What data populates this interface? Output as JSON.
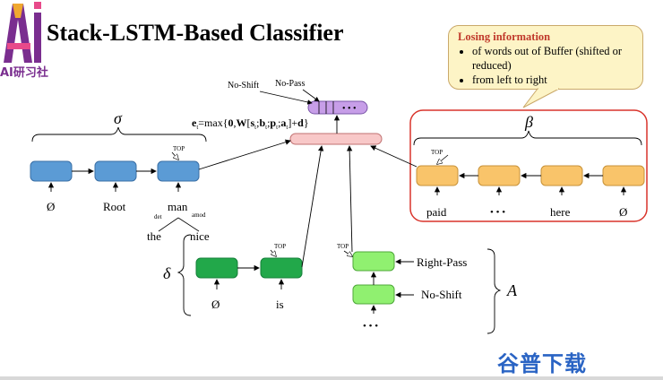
{
  "title": "Stack-LSTM-Based Classifier",
  "logo_text": "AI研习社",
  "watermark": "谷普下载",
  "callout": {
    "heading": "Losing information",
    "bullets": [
      "of words out of Buffer (shifted or reduced)",
      "from left to right"
    ]
  },
  "output": {
    "label_1": "No-Shift",
    "label_2": "No-Pass",
    "dots": "• • •"
  },
  "equation": "e = max{0,W[s ;b ;p ;a ]+d}",
  "stack_sigma": {
    "symbol": "σ",
    "top": "TOP",
    "words": [
      "Ø",
      "Root",
      "man"
    ]
  },
  "tree": {
    "head": "man",
    "left_rel": "det",
    "right_rel": "amod",
    "left_word": "the",
    "right_word": "nice"
  },
  "stack_delta": {
    "symbol": "δ",
    "top": "TOP",
    "words": [
      "Ø",
      "is"
    ]
  },
  "actions_A": {
    "symbol": "A",
    "top": "TOP",
    "labels": [
      "Right-Pass",
      "No-Shift"
    ],
    "dots": "• • •"
  },
  "buffer_beta": {
    "symbol": "β",
    "top": "TOP",
    "words": [
      "paid",
      "• • •",
      "here",
      "Ø"
    ]
  },
  "colors": {
    "blue": "#5b9bd5",
    "green": "#22a84a",
    "light_green": "#90f070",
    "orange": "#f9c46a",
    "purple": "#c79ee8",
    "pink": "#f8c8c8",
    "red_border": "#d9342b"
  }
}
